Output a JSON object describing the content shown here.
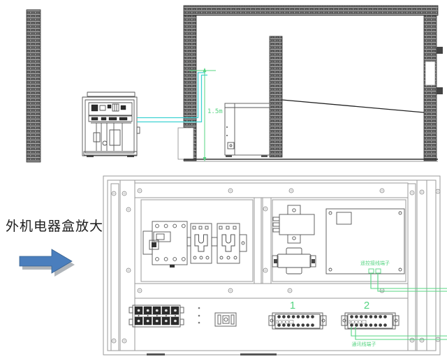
{
  "annotation": {
    "zoom_note": "外机电器盒放大"
  },
  "elevation": {
    "height_dimension": "1.5m"
  },
  "electrical_box": {
    "terminal_strip_1_label": "1",
    "terminal_strip_2_label": "2",
    "pcb_terminal_label": "遥控接线端子",
    "comm_wire_label": "通讯线端子"
  },
  "icons": {
    "arrow": "zoom-arrow-icon"
  },
  "colors": {
    "wire_cyan": "#3ed2d2",
    "dimension_green": "#55d481",
    "arrow_blue": "#4a7ebd",
    "arrow_shadow": "#b0b5ba",
    "line_dark": "#444444",
    "frame_gray": "#9a9a9a"
  }
}
